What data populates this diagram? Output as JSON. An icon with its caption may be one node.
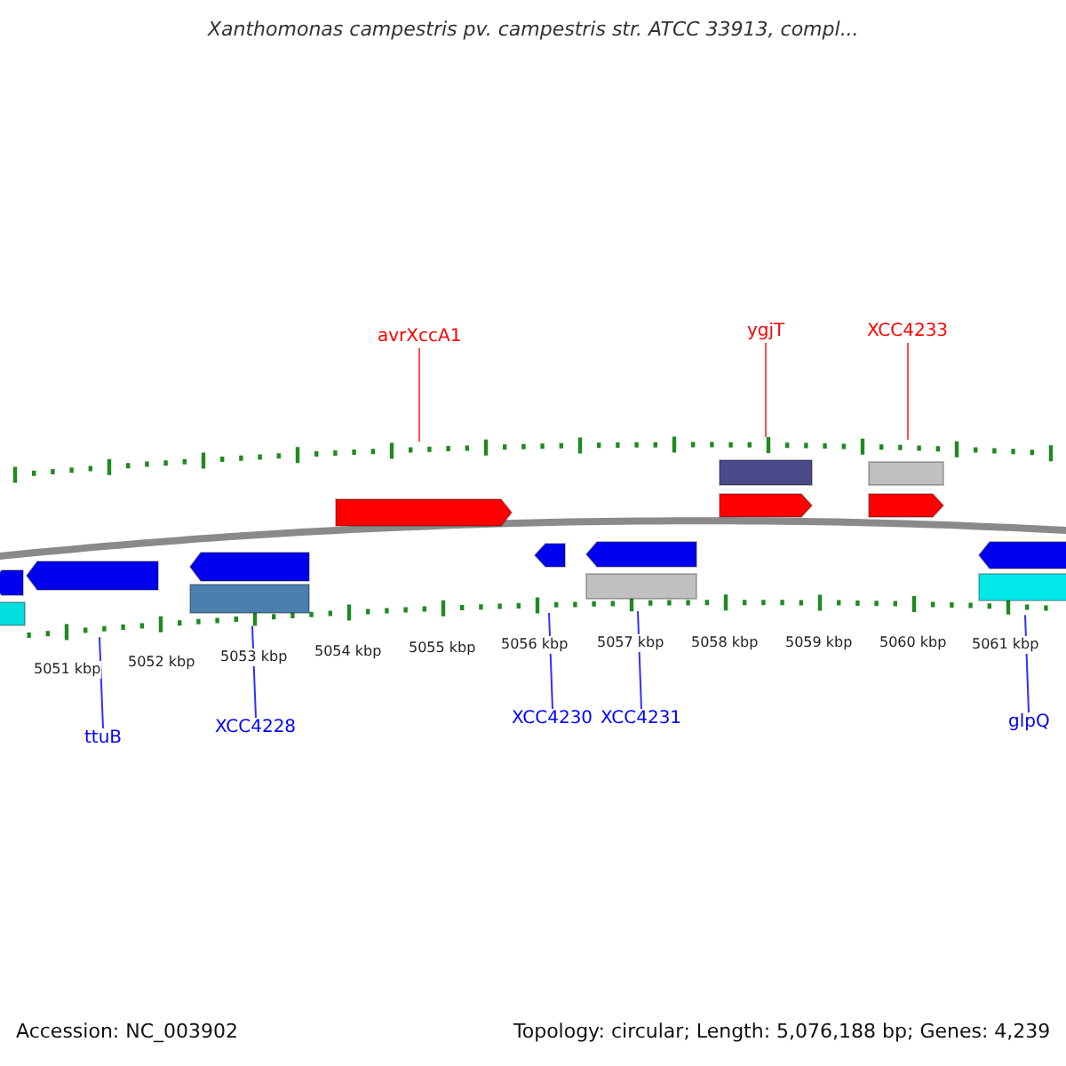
{
  "diagram": {
    "title": "Xanthomonas campestris pv. campestris str. ATCC 33913, compl...",
    "nodes": [
      {
        "text": [
          "avrXccA1"
        ]
      },
      {
        "text": [
          "ygjT"
        ]
      },
      {
        "text": [
          "XCC4233"
        ]
      },
      {
        "text": [
          "ttuB"
        ]
      },
      {
        "text": [
          "XCC4228"
        ]
      },
      {
        "text": [
          "XCC4230"
        ]
      },
      {
        "text": [
          "XCC4231"
        ]
      },
      {
        "text": [
          "glpQ"
        ]
      },
      {
        "text": [],
        "shape": "bar"
      },
      {
        "text": [],
        "shape": "bar"
      }
    ],
    "edges": [
      {
        "from": 0,
        "to": 8,
        "arrow": "none",
        "color": "#ff5050"
      },
      {
        "from": 1,
        "to": 8,
        "arrow": "none",
        "color": "#ff5050"
      },
      {
        "from": 2,
        "to": 8,
        "arrow": "none",
        "color": "#ff5050"
      },
      {
        "from": 3,
        "to": 9,
        "arrow": "none"
      },
      {
        "from": 4,
        "to": 9,
        "arrow": "none"
      },
      {
        "from": 5,
        "to": 9,
        "arrow": "none"
      },
      {
        "from": 6,
        "to": 9,
        "arrow": "none"
      },
      {
        "from": 7,
        "to": 9,
        "arrow": "none"
      }
    ],
    "labels": [
      "5051 kbp",
      "5052 kbp",
      "5053 kbp",
      "5054 kbp",
      "5055 kbp",
      "5056 kbp",
      "5057 kbp",
      "5058 kbp",
      "5059 kbp",
      "5060 kbp",
      "5061 kbp",
      "Accession: NC_003902",
      "Topology: circular; Length: 5,076,188 bp; Genes: 4,239"
    ]
  }
}
